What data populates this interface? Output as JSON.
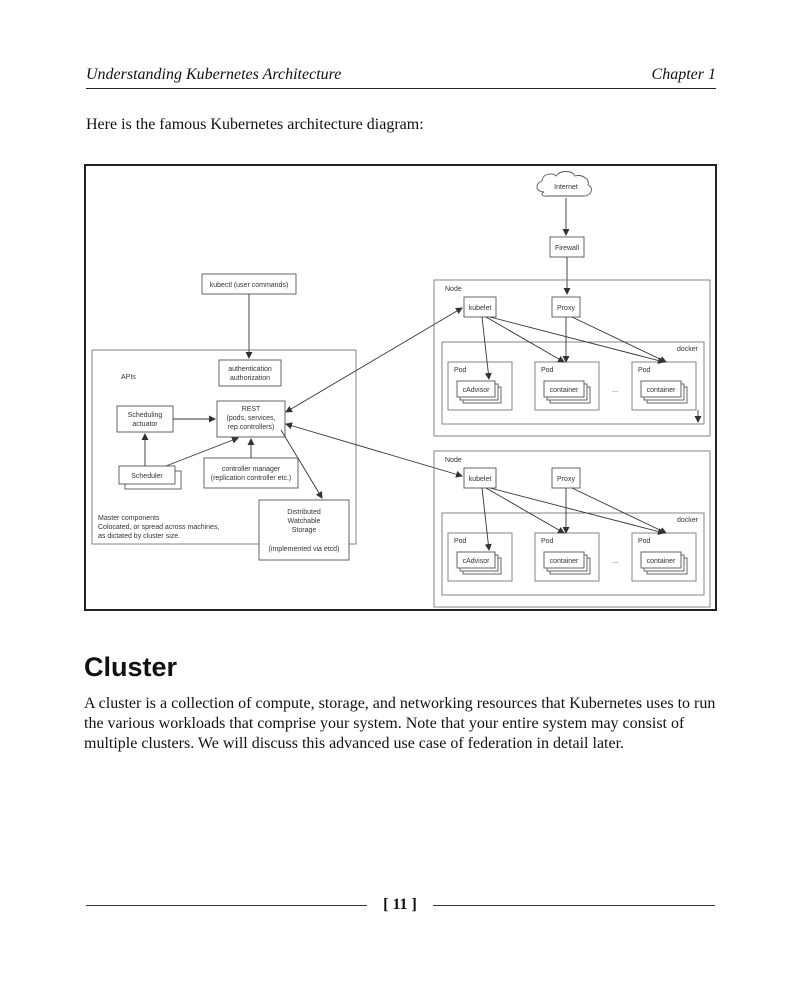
{
  "header": {
    "title": "Understanding Kubernetes Architecture",
    "chapter": "Chapter 1"
  },
  "intro": "Here is the famous Kubernetes architecture diagram:",
  "diagram": {
    "internet": "Internet",
    "firewall": "Firewall",
    "kubectl": "kubectl (user commands)",
    "auth_line1": "authentication",
    "auth_line2": "authorization",
    "apis": "APIs",
    "rest_line1": "REST",
    "rest_line2": "(pods, services,",
    "rest_line3": "rep.controllers)",
    "scheduling_line1": "Scheduling",
    "scheduling_line2": "actuator",
    "scheduler": "Scheduler",
    "cm_line1": "controller manager",
    "cm_line2": "(replication controller etc.)",
    "storage_line1": "Distributed",
    "storage_line2": "Watchable",
    "storage_line3": "Storage",
    "storage_line4": "(implemented via etcd)",
    "master_line1": "Master components",
    "master_line2": "Colocated, or spread across machines,",
    "master_line3": "as dictated by cluster size.",
    "node1": {
      "node": "Node",
      "kubelet": "kubelet",
      "proxy": "Proxy",
      "docker": "docker",
      "pod1": "Pod",
      "pod1_content": "cAdvisor",
      "pod2": "Pod",
      "pod2_content": "container",
      "ellipsis": "...",
      "pod3": "Pod",
      "pod3_content": "container"
    },
    "node2": {
      "node": "Node",
      "kubelet": "kubelet",
      "proxy": "Proxy",
      "docker": "docker",
      "pod1": "Pod",
      "pod1_content": "cAdvisor",
      "pod2": "Pod",
      "pod2_content": "container",
      "ellipsis": "...",
      "pod3": "Pod",
      "pod3_content": "container"
    }
  },
  "section_title": "Cluster",
  "body_text": "A cluster is a collection of compute, storage, and networking resources that Kubernetes uses to run the various workloads that comprise your system. Note that your entire system may consist of multiple clusters. We will discuss this advanced use case of federation in detail later.",
  "page_number": "[ 11 ]"
}
